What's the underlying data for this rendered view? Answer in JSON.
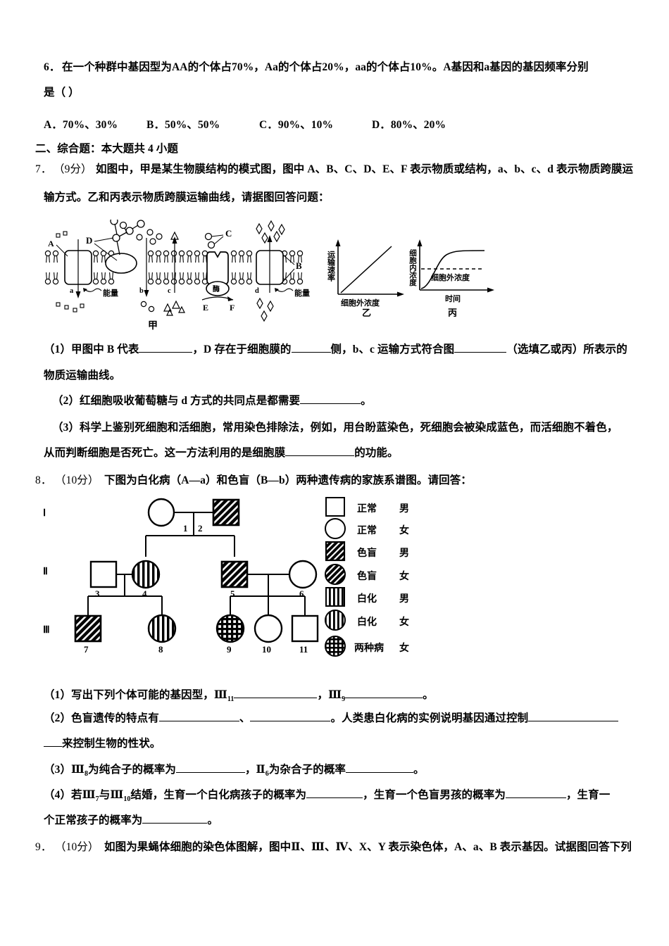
{
  "document": {
    "type": "exam-paper",
    "subject": "biology",
    "language": "zh-CN"
  },
  "q6": {
    "number": "6．",
    "stem": "在一个种群中基因型为AA的个体占70%，Aa的个体占20%，aa的个体占10%。A基因和a基因的基因频率分别",
    "stem_line2": "是（   ）",
    "options": [
      {
        "label": "A．",
        "text": "70%、30%"
      },
      {
        "label": "B．",
        "text": "50%、50%"
      },
      {
        "label": "C．",
        "text": "90%、10%"
      },
      {
        "label": "D．",
        "text": "80%、20%"
      }
    ]
  },
  "section2": {
    "heading": "二、综合题：本大题共 4 小题"
  },
  "q7": {
    "number": "7．",
    "score": "（9分）",
    "stem_line1": "如图中，甲是某生物膜结构的模式图，图中 A、B、C、D、E、F 表示物质或结构，a、b、c、d 表示物质跨膜运",
    "stem_line2": "输方式。乙和丙表示物质跨膜运输曲线，请据图回答问题：",
    "figure": {
      "caption_membrane": "甲",
      "caption_graph1": "乙",
      "caption_graph2": "丙",
      "labels": {
        "A": "A",
        "B": "B",
        "C": "C",
        "D": "D",
        "E": "E",
        "F": "F",
        "a": "a",
        "b": "b",
        "c": "c",
        "d": "d",
        "energy_left": "能量",
        "energy_right": "能量",
        "enzyme": "酶"
      },
      "graph_yi": {
        "ylabel": "运输速率",
        "xlabel": "细胞外浓度",
        "caption": "乙"
      },
      "graph_bing": {
        "ylabel": "细胞内浓度",
        "xlabel": "时间",
        "inner_label": "细胞外浓度",
        "caption": "丙"
      }
    },
    "sub1_a": "（1）甲图中 B 代表",
    "sub1_b": "，D 存在于细胞膜的",
    "sub1_c": "侧，b、c 运输方式符合图",
    "sub1_d": "（选填乙或丙）所表示的",
    "sub1_line2": "物质运输曲线。",
    "sub2_a": "（2）红细胞吸收葡萄糖与 d 方式的共同点是都需要",
    "sub2_b": "。",
    "sub3_line1": "（3）科学上鉴别死细胞和活细胞，常用染色排除法，例如，用台盼蓝染色，死细胞会被染成蓝色，而活细胞不着色，",
    "sub3_line2_a": "从而判断细胞是否死亡。这一方法利用的是细胞膜",
    "sub3_line2_b": "的功能。"
  },
  "q8": {
    "number": "8．",
    "score": "（10分）",
    "stem": "下图为白化病（A—a）和色盲（B—b）两种遗传病的家族系谱图。请回答：",
    "pedigree": {
      "generations": [
        "Ⅰ",
        "Ⅱ",
        "Ⅲ"
      ],
      "individuals": [
        {
          "id": "1",
          "gen": "I",
          "sex": "female",
          "status": "normal"
        },
        {
          "id": "2",
          "gen": "I",
          "sex": "male",
          "status": "colorblind"
        },
        {
          "id": "3",
          "gen": "II",
          "sex": "male",
          "status": "normal"
        },
        {
          "id": "4",
          "gen": "II",
          "sex": "female",
          "status": "albino"
        },
        {
          "id": "5",
          "gen": "II",
          "sex": "male",
          "status": "colorblind"
        },
        {
          "id": "6",
          "gen": "II",
          "sex": "female",
          "status": "normal"
        },
        {
          "id": "7",
          "gen": "III",
          "sex": "male",
          "status": "colorblind"
        },
        {
          "id": "8",
          "gen": "III",
          "sex": "female",
          "status": "albino"
        },
        {
          "id": "9",
          "gen": "III",
          "sex": "female",
          "status": "both"
        },
        {
          "id": "10",
          "gen": "III",
          "sex": "female",
          "status": "normal"
        },
        {
          "id": "11",
          "gen": "III",
          "sex": "male",
          "status": "normal"
        }
      ]
    },
    "legend": [
      {
        "shape": "square",
        "fill": "empty",
        "name": "正常",
        "sex": "男"
      },
      {
        "shape": "circle",
        "fill": "empty",
        "name": "正常",
        "sex": "女"
      },
      {
        "shape": "square",
        "fill": "diagonal",
        "name": "色盲",
        "sex": "男"
      },
      {
        "shape": "circle",
        "fill": "diagonal",
        "name": "色盲",
        "sex": "女"
      },
      {
        "shape": "square",
        "fill": "vertical",
        "name": "白化",
        "sex": "男"
      },
      {
        "shape": "circle",
        "fill": "vertical",
        "name": "白化",
        "sex": "女"
      },
      {
        "shape": "circle",
        "fill": "crosshatch",
        "name": "两种病",
        "sex": "女"
      }
    ],
    "sub1_a": "（1）写出下列个体可能的基因型，Ⅲ",
    "sub1_sub1": "11",
    "sub1_b": "，Ⅲ",
    "sub1_sub2": "9",
    "sub1_c": "。",
    "sub2_a": "（2）色盲遗传的特点有",
    "sub2_b": "、",
    "sub2_c": "。人类患白化病的实例说明基因通过控制",
    "sub2_line2": "来控制生物的性状。",
    "sub3_a": "（3）Ⅲ",
    "sub3_sub1": "8",
    "sub3_b": "为纯合子的概率为",
    "sub3_c": "，Ⅱ",
    "sub3_sub2": "6",
    "sub3_d": "为杂合子的概率",
    "sub3_e": "。",
    "sub4_a": "（4）若Ⅲ",
    "sub4_sub1": "7",
    "sub4_b": "与Ⅲ",
    "sub4_sub2": "10",
    "sub4_c": "结婚，生育一个白化病孩子的概率为",
    "sub4_d": "，生育一个色盲男孩的概率为",
    "sub4_e": "，生育一",
    "sub4_line2_a": "个正常孩子的概率为",
    "sub4_line2_b": "。"
  },
  "q9": {
    "number": "9．",
    "score": "（10分）",
    "stem": "如图为果蝇体细胞的染色体图解，图中Ⅱ、Ⅲ、Ⅳ、X、Y 表示染色体，A、a、B 表示基因。试据图回答下列"
  },
  "colors": {
    "text": "#000000",
    "background": "#ffffff",
    "rule": "#000000"
  }
}
